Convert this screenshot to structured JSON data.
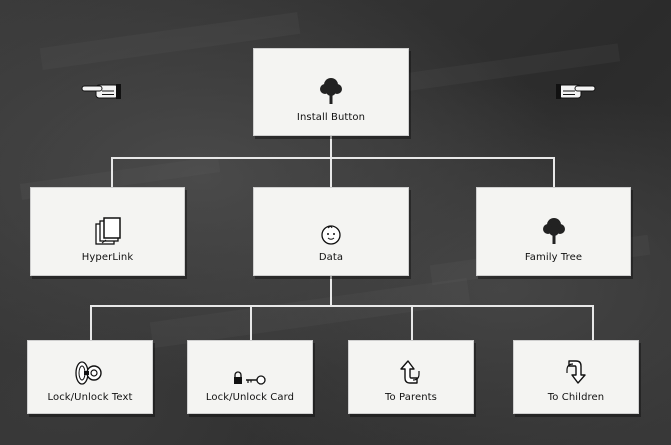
{
  "root": {
    "label": "Install Button",
    "icon": "tree-icon"
  },
  "middle": [
    {
      "label": "HyperLink",
      "icon": "stacked-cards-icon"
    },
    {
      "label": "Data",
      "icon": "baby-face-icon"
    },
    {
      "label": "Family Tree",
      "icon": "tree-icon"
    }
  ],
  "bottom": [
    {
      "label": "Lock/Unlock Text",
      "icon": "key-icon"
    },
    {
      "label": "Lock/Unlock Card",
      "icon": "lock-and-key-icon"
    },
    {
      "label": "To Parents",
      "icon": "arrow-up-icon"
    },
    {
      "label": "To Children",
      "icon": "arrow-down-icon"
    }
  ],
  "pointers": [
    "pointing-hand-left-icon",
    "pointing-hand-right-icon"
  ],
  "colors": {
    "background": "#2e2e2e",
    "card": "#f4f4f2",
    "connector": "#e8e8e8"
  }
}
